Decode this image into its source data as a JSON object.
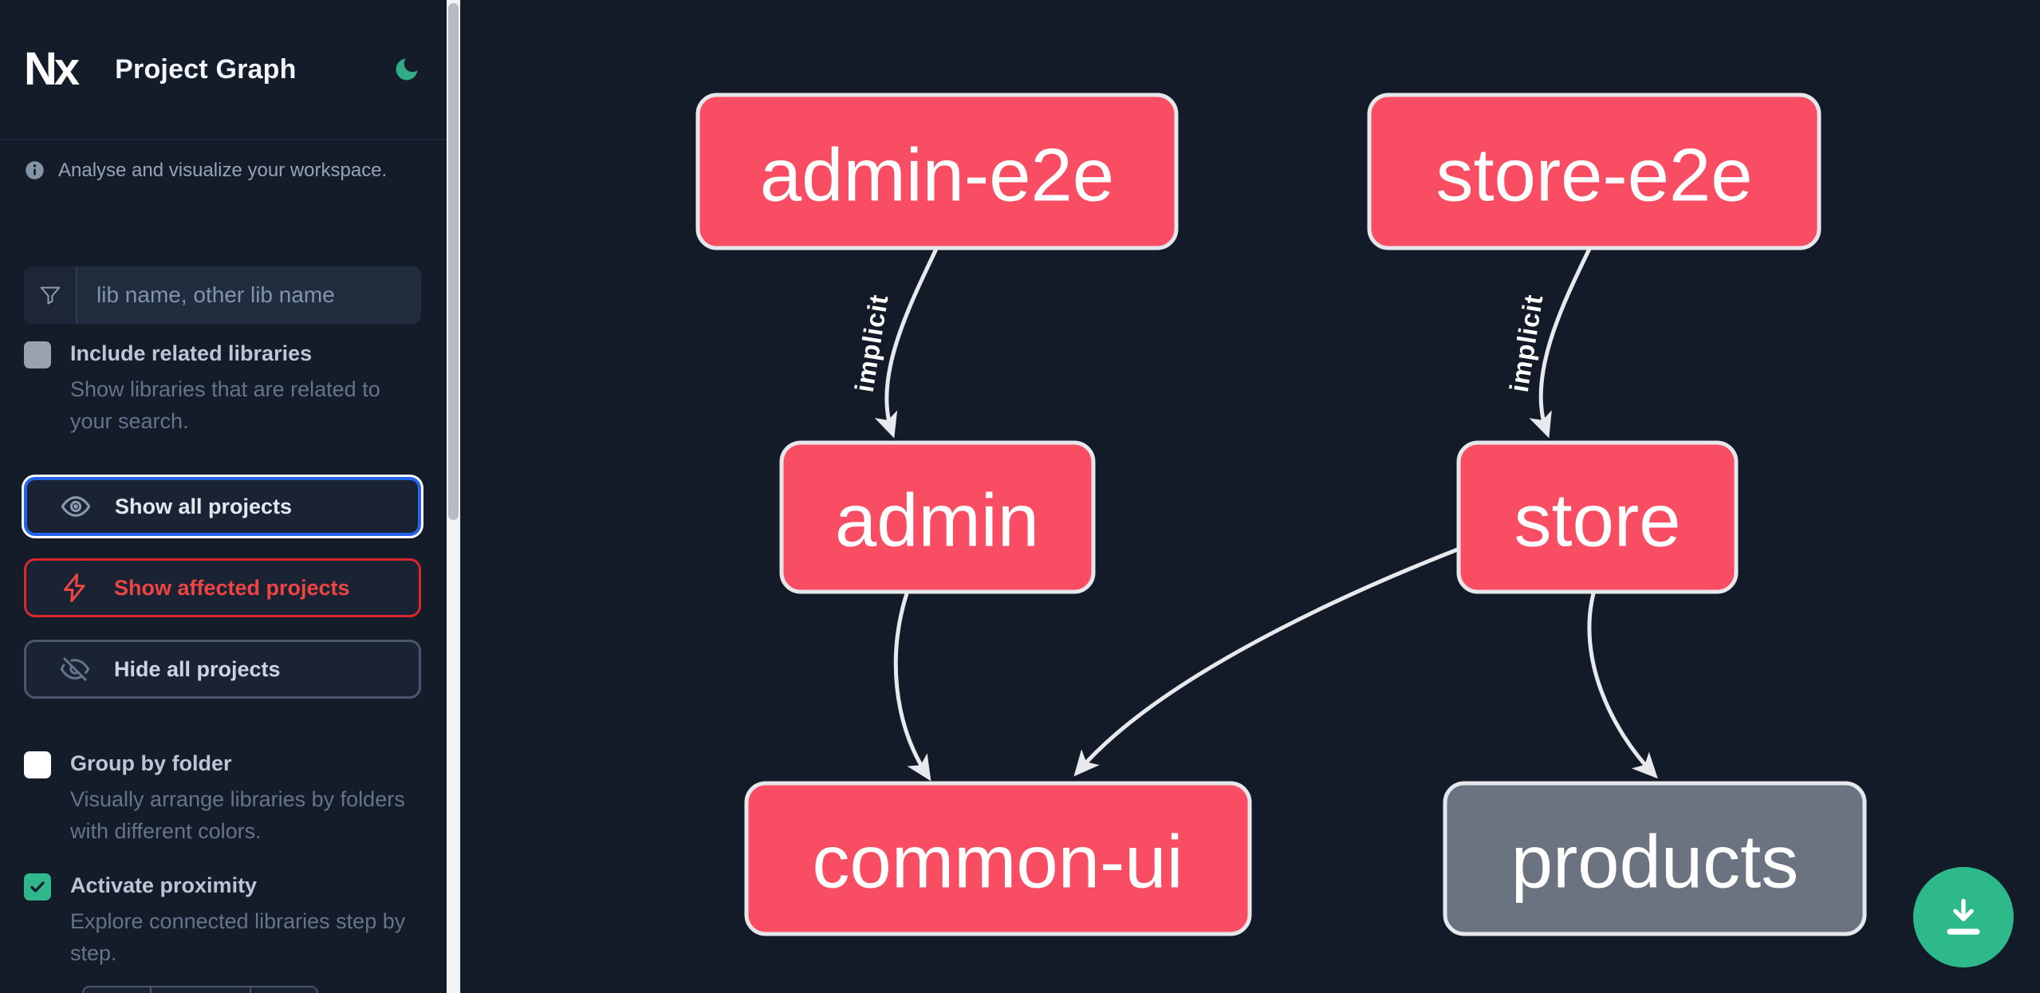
{
  "header": {
    "logo_text": "Nx",
    "title": "Project Graph"
  },
  "sidebar": {
    "info_text": "Analyse and visualize your workspace.",
    "search": {
      "placeholder": "lib name, other lib name",
      "value": ""
    },
    "include_related": {
      "label": "Include related libraries",
      "description": "Show libraries that are related to your search.",
      "checked": false,
      "disabled": true
    },
    "actions": [
      {
        "label": "Show all projects",
        "icon": "eye-icon",
        "state": "focused"
      },
      {
        "label": "Show affected projects",
        "icon": "lightning-icon",
        "state": "affected"
      },
      {
        "label": "Hide all projects",
        "icon": "eye-off-icon",
        "state": "default"
      }
    ],
    "group_by_folder": {
      "label": "Group by folder",
      "description": "Visually arrange libraries by folders with different colors.",
      "checked": false
    },
    "activate_proximity": {
      "label": "Activate proximity",
      "description": "Explore connected libraries step by step.",
      "checked": true
    }
  },
  "graph": {
    "nodes": [
      {
        "id": "admin-e2e",
        "label": "admin-e2e",
        "color": "#f94d63"
      },
      {
        "id": "store-e2e",
        "label": "store-e2e",
        "color": "#f94d63"
      },
      {
        "id": "admin",
        "label": "admin",
        "color": "#f94d63"
      },
      {
        "id": "store",
        "label": "store",
        "color": "#f94d63"
      },
      {
        "id": "common-ui",
        "label": "common-ui",
        "color": "#f94d63"
      },
      {
        "id": "products",
        "label": "products",
        "color": "#6b7280"
      }
    ],
    "edges": [
      {
        "from": "admin-e2e",
        "to": "admin",
        "label": "implicit"
      },
      {
        "from": "store-e2e",
        "to": "store",
        "label": "implicit"
      },
      {
        "from": "admin",
        "to": "common-ui",
        "label": ""
      },
      {
        "from": "store",
        "to": "common-ui",
        "label": ""
      },
      {
        "from": "store",
        "to": "products",
        "label": ""
      }
    ]
  },
  "colors": {
    "background": "#131a28",
    "node_affected": "#f94d63",
    "node_default": "#6b7280",
    "node_border": "#e5e7eb",
    "edge": "#e7e9ec",
    "focus_blue": "#2563eb",
    "affected_red": "#ef4444",
    "accent_green": "#2eb98a",
    "muted_text": "#94a3b8"
  }
}
